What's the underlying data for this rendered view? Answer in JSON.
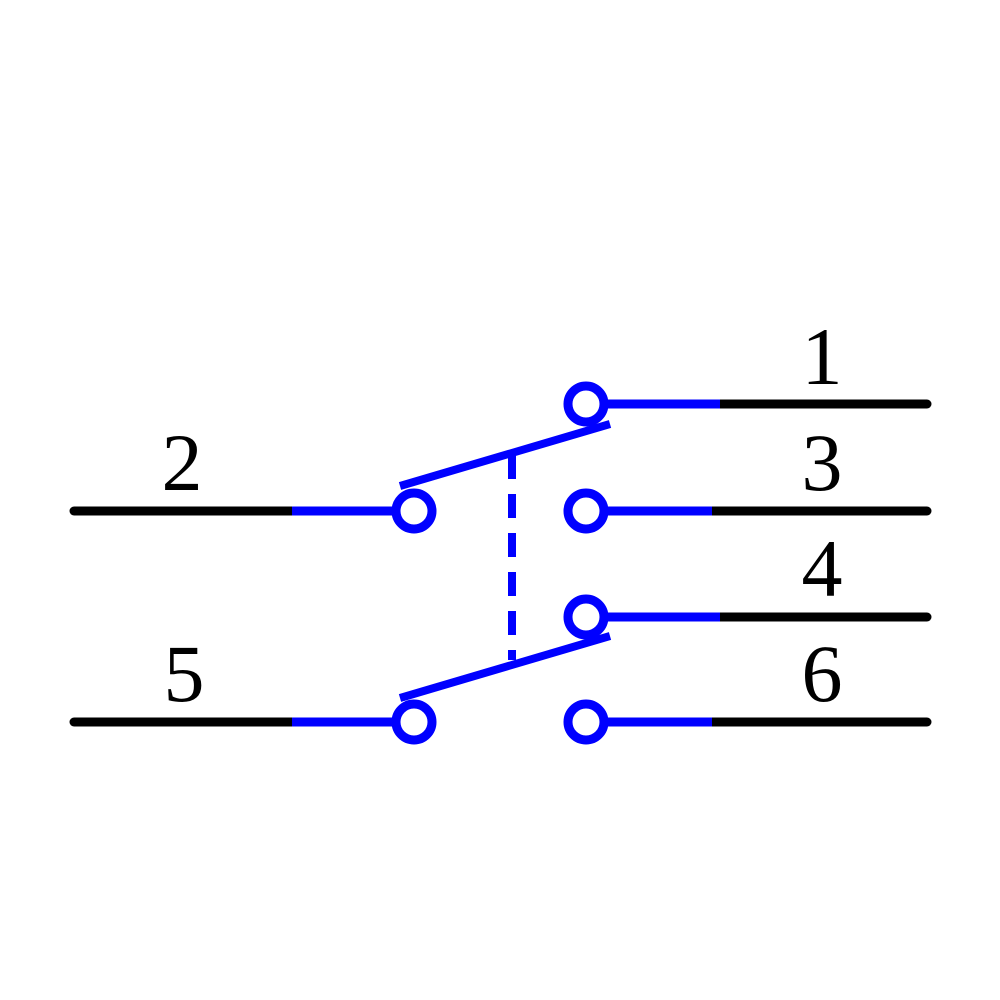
{
  "diagram": {
    "pins": {
      "p1": "1",
      "p2": "2",
      "p3": "3",
      "p4": "4",
      "p5": "5",
      "p6": "6"
    },
    "colors": {
      "switch": "#0000ff",
      "lead": "#000000",
      "background": "#ffffff"
    }
  }
}
